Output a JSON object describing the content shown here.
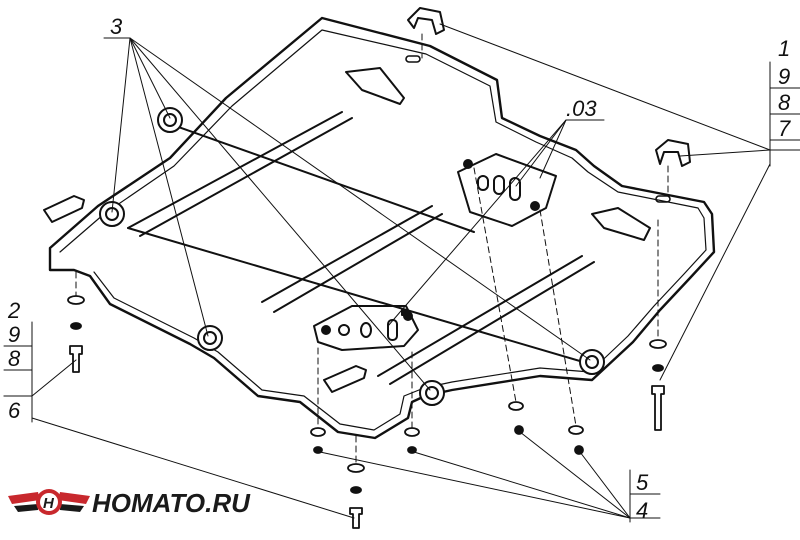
{
  "diagram": {
    "labels": {
      "fasteners_top": "3",
      "plate_ref": ".03",
      "right_stack": [
        "1",
        "9",
        "8",
        "7"
      ],
      "left_stack": [
        "2",
        "9",
        "8",
        "6"
      ],
      "bottom_stack": [
        "5",
        "4"
      ]
    }
  },
  "brand": {
    "name": "HOMATO.RU",
    "logo_letter": "H",
    "colors": {
      "accent": "#c8282d",
      "ink": "#1a1a1a"
    }
  }
}
